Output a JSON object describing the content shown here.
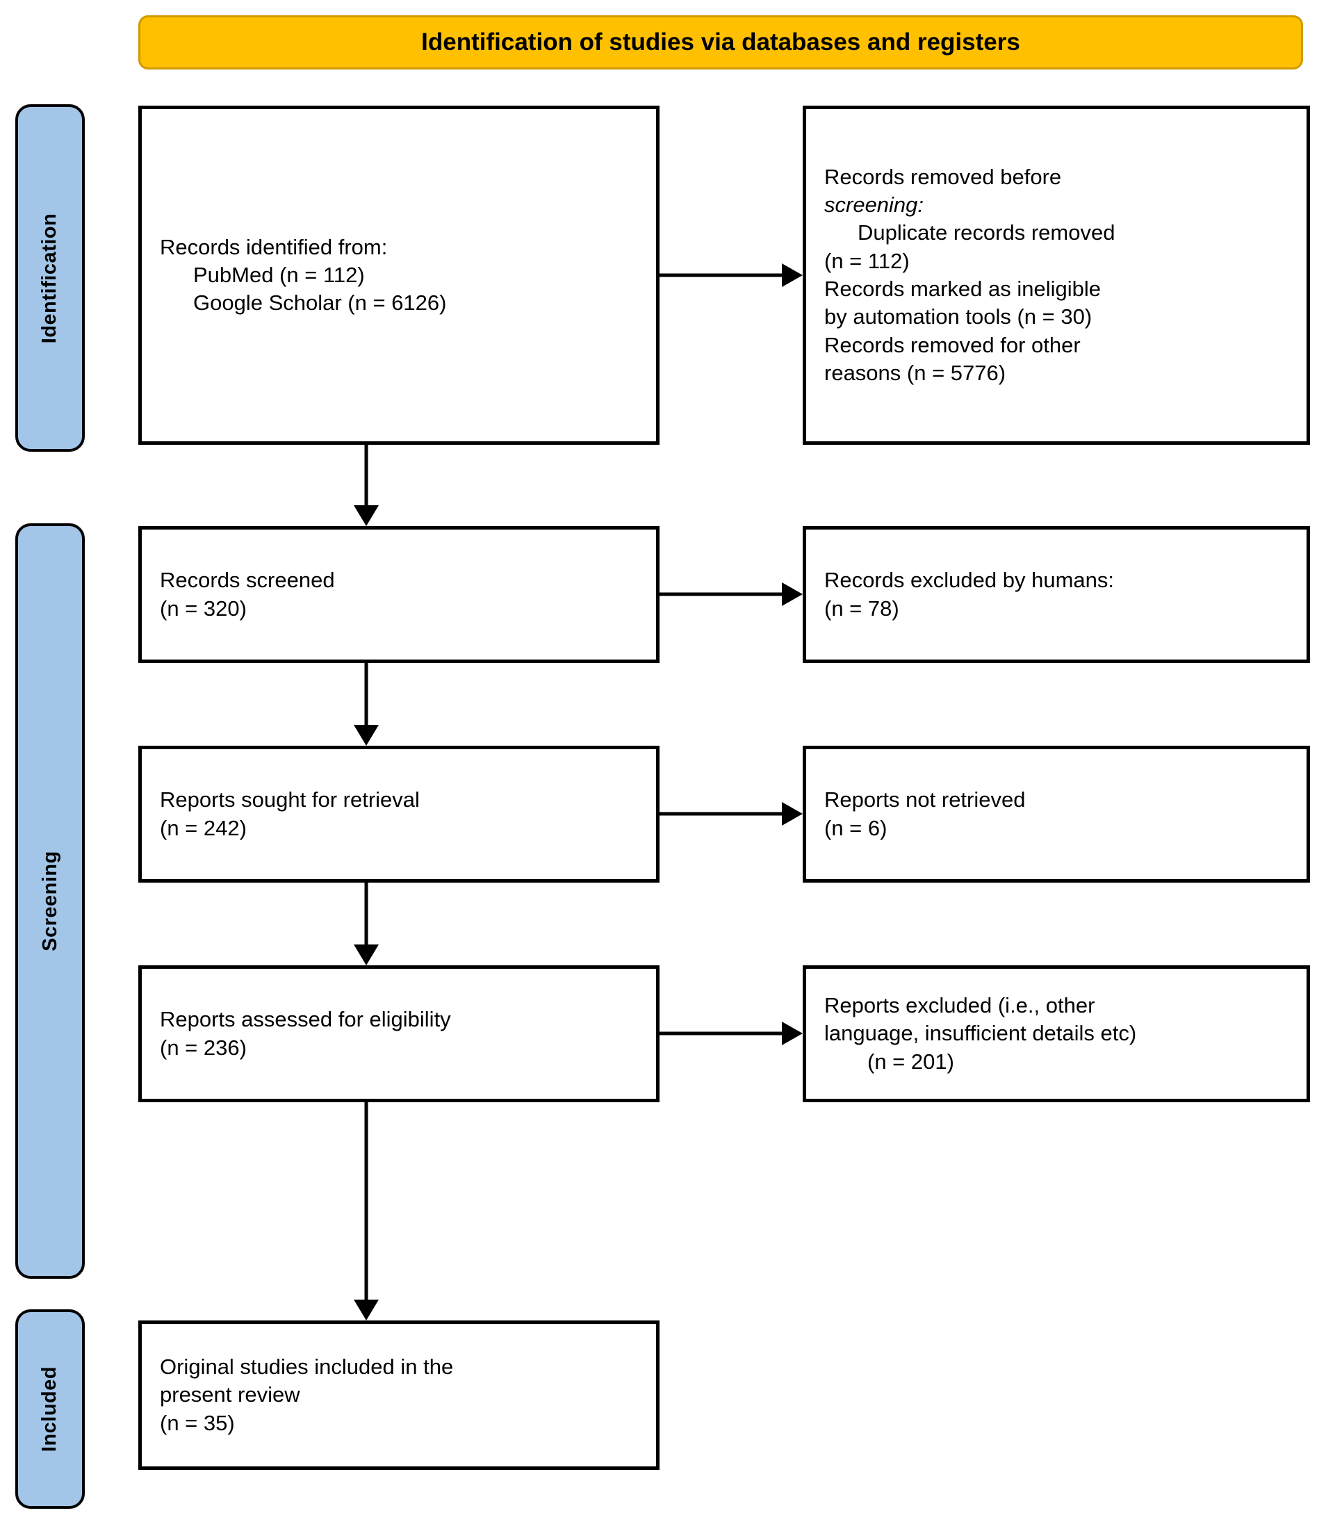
{
  "header": {
    "title": "Identification of studies via databases and registers",
    "background_color": "#FFC000",
    "border_color": "#D19A00"
  },
  "stages": {
    "color": "#A3C6E8",
    "identification": "Identification",
    "screening": "Screening",
    "included": "Included"
  },
  "boxes": {
    "identified": {
      "name": "records-identified",
      "lines": [
        "Records identified from:",
        "PubMed (n = 112)",
        "Google Scholar (n = 6126)"
      ]
    },
    "removed_before_screening": {
      "name": "records-removed-before-screening",
      "lines": [
        "Records removed before",
        "screening:",
        "Duplicate records removed",
        "(n = 112)",
        "Records marked as ineligible",
        "by automation tools (n = 30)",
        "Records removed for other",
        "reasons (n = 5776)"
      ]
    },
    "screened": {
      "name": "records-screened",
      "lines": [
        "Records screened",
        "(n = 320)"
      ]
    },
    "excluded_humans": {
      "name": "records-excluded-by-humans",
      "lines": [
        "Records excluded by humans:",
        "(n = 78)"
      ]
    },
    "sought": {
      "name": "reports-sought-for-retrieval",
      "lines": [
        "Reports sought for retrieval",
        "(n = 242)"
      ]
    },
    "not_retrieved": {
      "name": "reports-not-retrieved",
      "lines": [
        "Reports not retrieved",
        "(n = 6)"
      ]
    },
    "assessed": {
      "name": "reports-assessed-for-eligibility",
      "lines": [
        "Reports assessed for eligibility",
        "(n = 236)"
      ]
    },
    "excluded_reports": {
      "name": "reports-excluded",
      "lines": [
        "Reports excluded (i.e., other",
        "language, insufficient details etc)",
        "(n = 201)"
      ]
    },
    "included": {
      "name": "original-studies-included",
      "lines": [
        "Original studies included in the",
        "present review",
        "(n = 35)"
      ]
    }
  },
  "chart_data": {
    "type": "diagram",
    "title": "PRISMA flow diagram — Identification of studies via databases and registers",
    "nodes": [
      {
        "id": "identified",
        "stage": "Identification",
        "column": "left",
        "label": "Records identified from",
        "counts": {
          "PubMed": 112,
          "Google Scholar": 6126
        }
      },
      {
        "id": "removed_before_screening",
        "stage": "Identification",
        "column": "right",
        "label": "Records removed before screening",
        "counts": {
          "Duplicate records removed": 112,
          "Records marked as ineligible by automation tools": 30,
          "Records removed for other reasons": 5776
        }
      },
      {
        "id": "screened",
        "stage": "Screening",
        "column": "left",
        "label": "Records screened",
        "n": 320
      },
      {
        "id": "excluded_humans",
        "stage": "Screening",
        "column": "right",
        "label": "Records excluded by humans",
        "n": 78
      },
      {
        "id": "sought",
        "stage": "Screening",
        "column": "left",
        "label": "Reports sought for retrieval",
        "n": 242
      },
      {
        "id": "not_retrieved",
        "stage": "Screening",
        "column": "right",
        "label": "Reports not retrieved",
        "n": 6
      },
      {
        "id": "assessed",
        "stage": "Screening",
        "column": "left",
        "label": "Reports assessed for eligibility",
        "n": 236
      },
      {
        "id": "excluded_reports",
        "stage": "Screening",
        "column": "right",
        "label": "Reports excluded (i.e., other language, insufficient details etc)",
        "n": 201
      },
      {
        "id": "included",
        "stage": "Included",
        "column": "left",
        "label": "Original studies included in the present review",
        "n": 35
      }
    ],
    "edges": [
      {
        "from": "identified",
        "to": "removed_before_screening",
        "direction": "right"
      },
      {
        "from": "identified",
        "to": "screened",
        "direction": "down"
      },
      {
        "from": "screened",
        "to": "excluded_humans",
        "direction": "right"
      },
      {
        "from": "screened",
        "to": "sought",
        "direction": "down"
      },
      {
        "from": "sought",
        "to": "not_retrieved",
        "direction": "right"
      },
      {
        "from": "sought",
        "to": "assessed",
        "direction": "down"
      },
      {
        "from": "assessed",
        "to": "excluded_reports",
        "direction": "right"
      },
      {
        "from": "assessed",
        "to": "included",
        "direction": "down"
      }
    ]
  }
}
